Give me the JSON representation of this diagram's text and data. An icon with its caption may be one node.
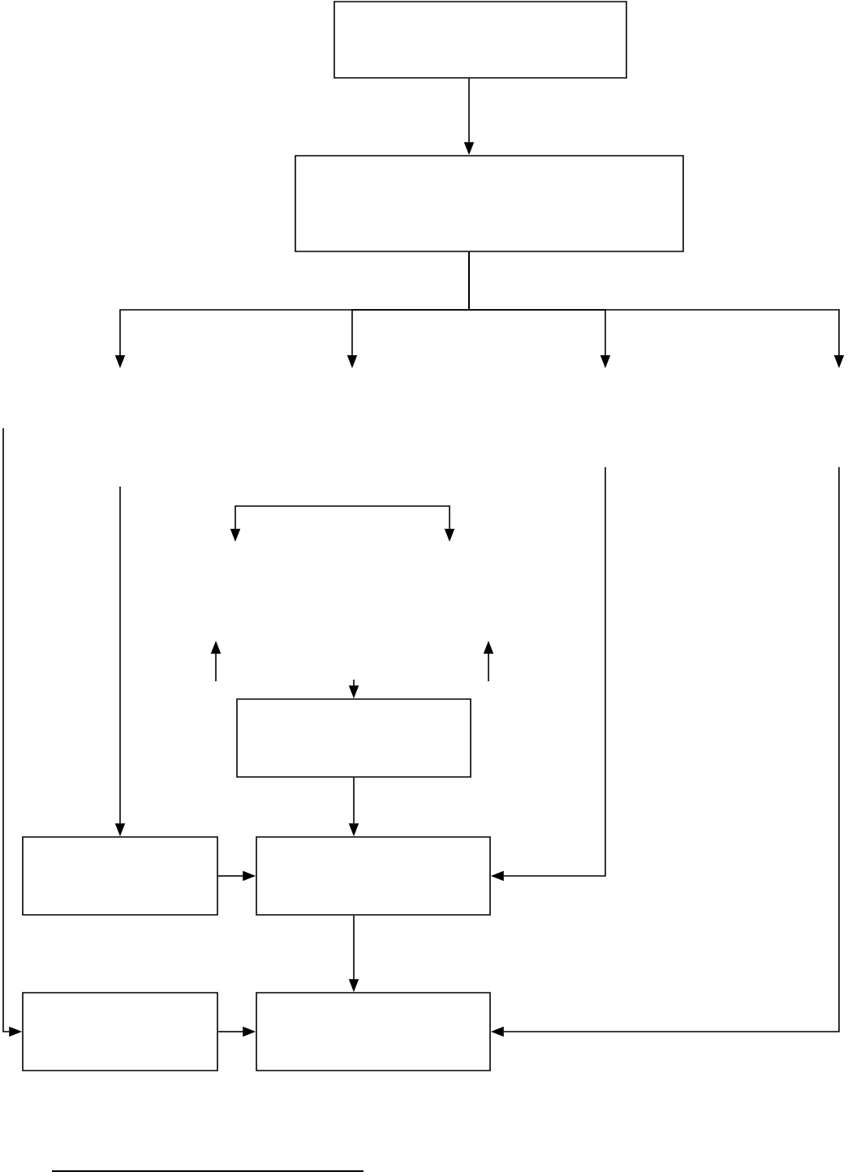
{
  "diagram": {
    "nodes": [
      {
        "text": [],
        "shape": "box"
      },
      {
        "text": [],
        "shape": "box"
      },
      {
        "text": [],
        "shape": "box"
      },
      {
        "text": [],
        "shape": "box"
      },
      {
        "text": [],
        "shape": "box"
      },
      {
        "text": [],
        "shape": "box"
      },
      {
        "text": [],
        "shape": "box"
      }
    ],
    "edges": [
      {
        "from": 0,
        "to": 1,
        "arrow": "to"
      },
      {
        "from": 1,
        "to": null,
        "arrow": "to"
      },
      {
        "from": 1,
        "to": null,
        "arrow": "to"
      },
      {
        "from": 1,
        "to": null,
        "arrow": "to"
      },
      {
        "from": 1,
        "to": null,
        "arrow": "to"
      },
      {
        "from": null,
        "to": 3,
        "arrow": "to"
      },
      {
        "from": null,
        "to": 5,
        "arrow": "to"
      },
      {
        "from": null,
        "to": 4,
        "arrow": "to"
      },
      {
        "from": null,
        "to": 6,
        "arrow": "to"
      },
      {
        "from": 2,
        "to": 4,
        "arrow": "to"
      },
      {
        "from": 3,
        "to": 4,
        "arrow": "to"
      },
      {
        "from": 4,
        "to": 6,
        "arrow": "to"
      },
      {
        "from": 5,
        "to": 6,
        "arrow": "to"
      },
      {
        "from": null,
        "to": 2,
        "arrow": "to"
      }
    ]
  }
}
